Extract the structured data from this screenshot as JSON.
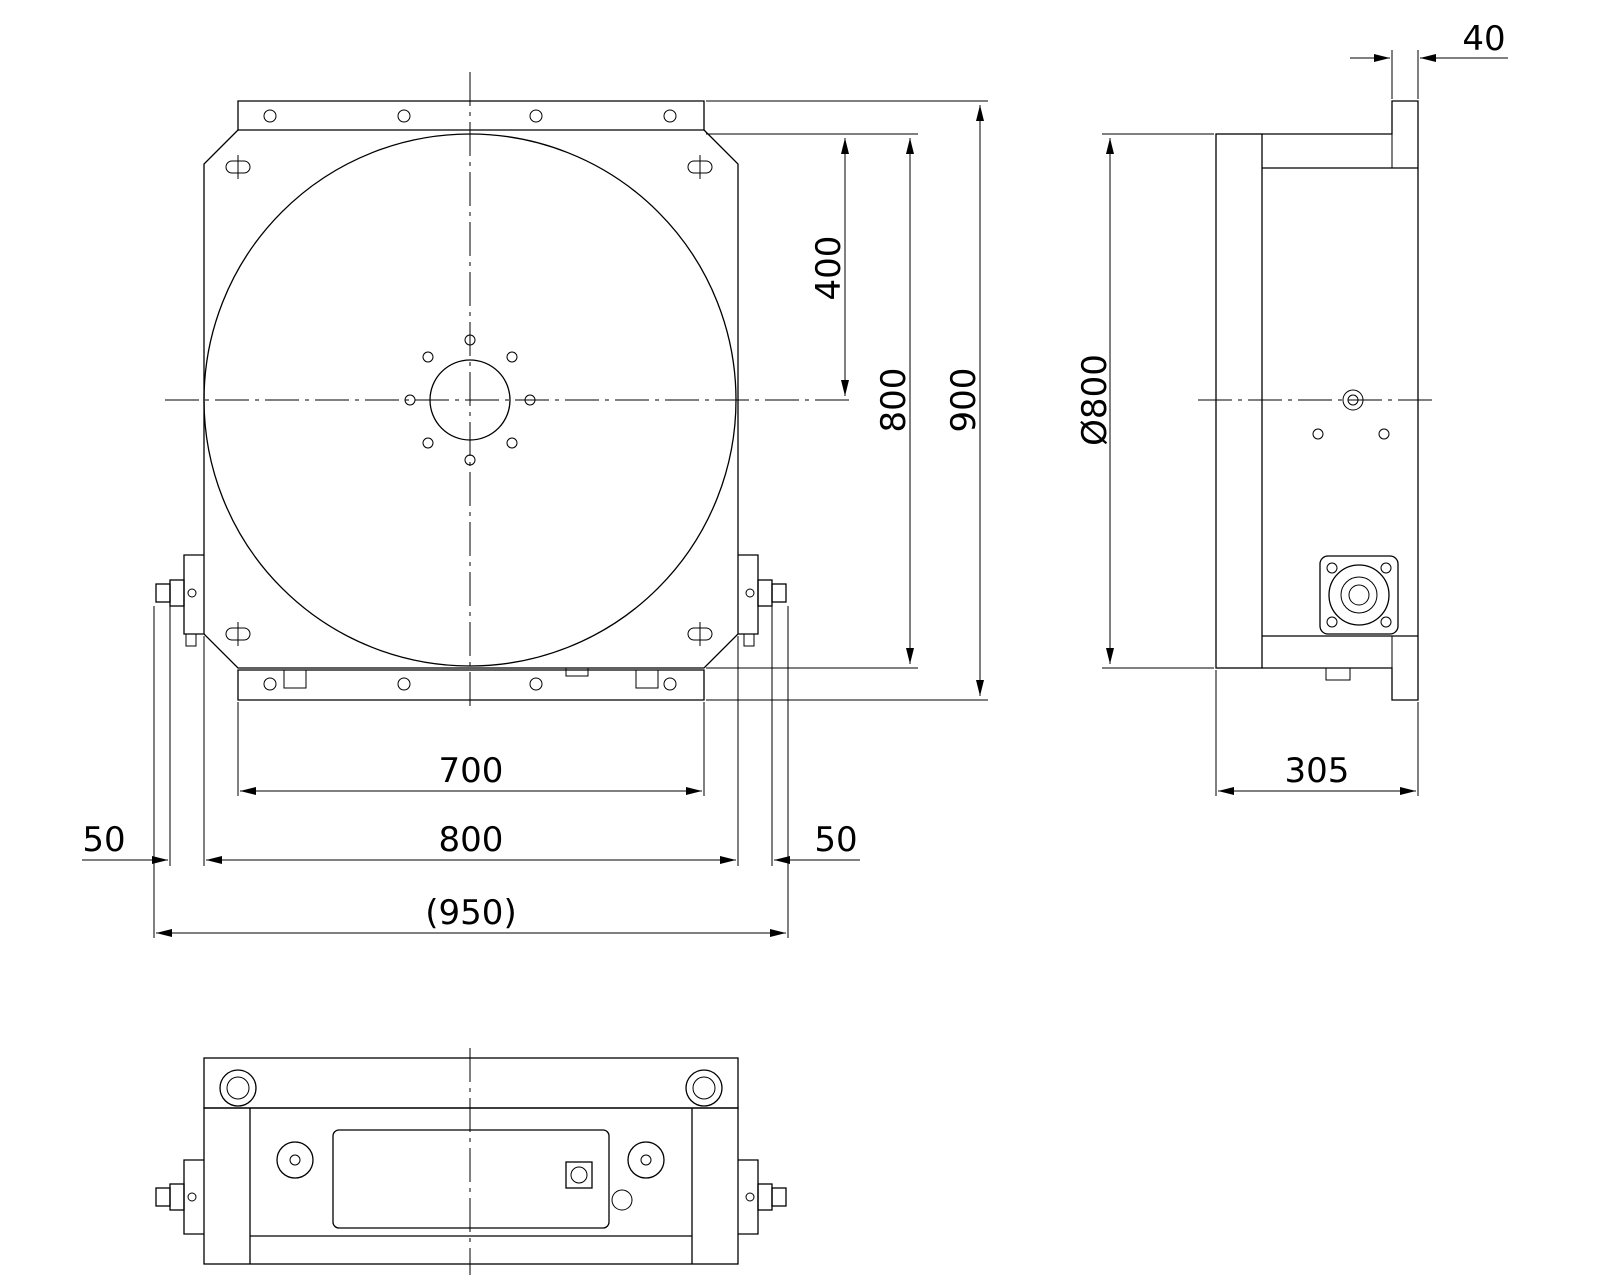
{
  "drawing": {
    "dims": {
      "top_w": "40",
      "h_400": "400",
      "h_800": "800",
      "h_900": "900",
      "dia_800": "Ø800",
      "w_700": "700",
      "w_800": "800",
      "w_50_left": "50",
      "w_50_right": "50",
      "w_950": "(950)",
      "w_305": "305"
    }
  }
}
